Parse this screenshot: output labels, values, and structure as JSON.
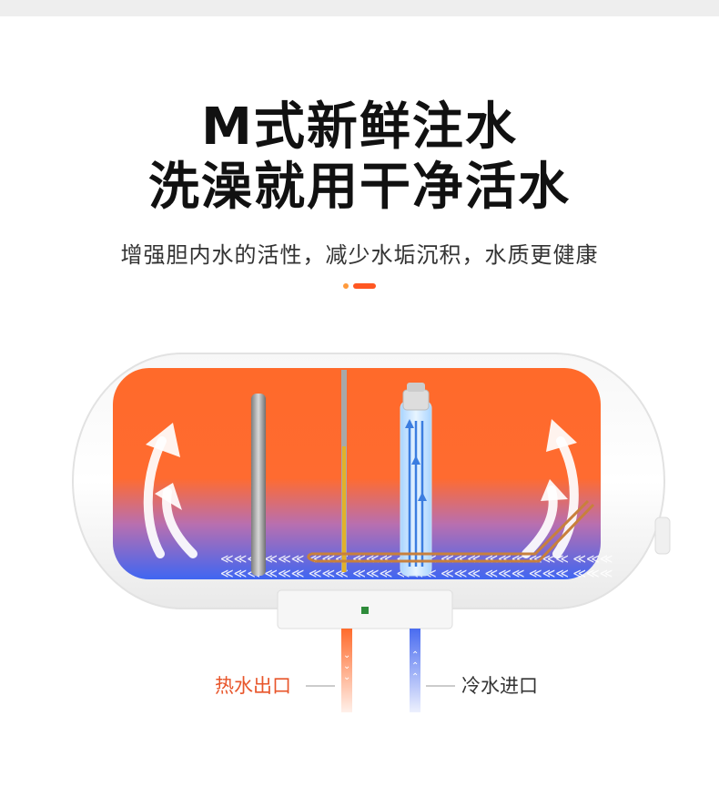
{
  "headline": {
    "line1": "M式新鲜注水",
    "line2": "洗澡就用干净活水"
  },
  "subtitle": "增强胆内水的活性，减少水垢沉积，水质更健康",
  "labels": {
    "hot_outlet": "热水出口",
    "cold_inlet": "冷水进口"
  },
  "colors": {
    "hot": "#ff6b2c",
    "cold": "#4a6cf0",
    "accent": "#ff5722",
    "headline": "#111111"
  },
  "icons": [
    "circulation-arrow-icon",
    "heating-element-icon",
    "magnesium-rod-icon",
    "indicator-light-icon"
  ]
}
